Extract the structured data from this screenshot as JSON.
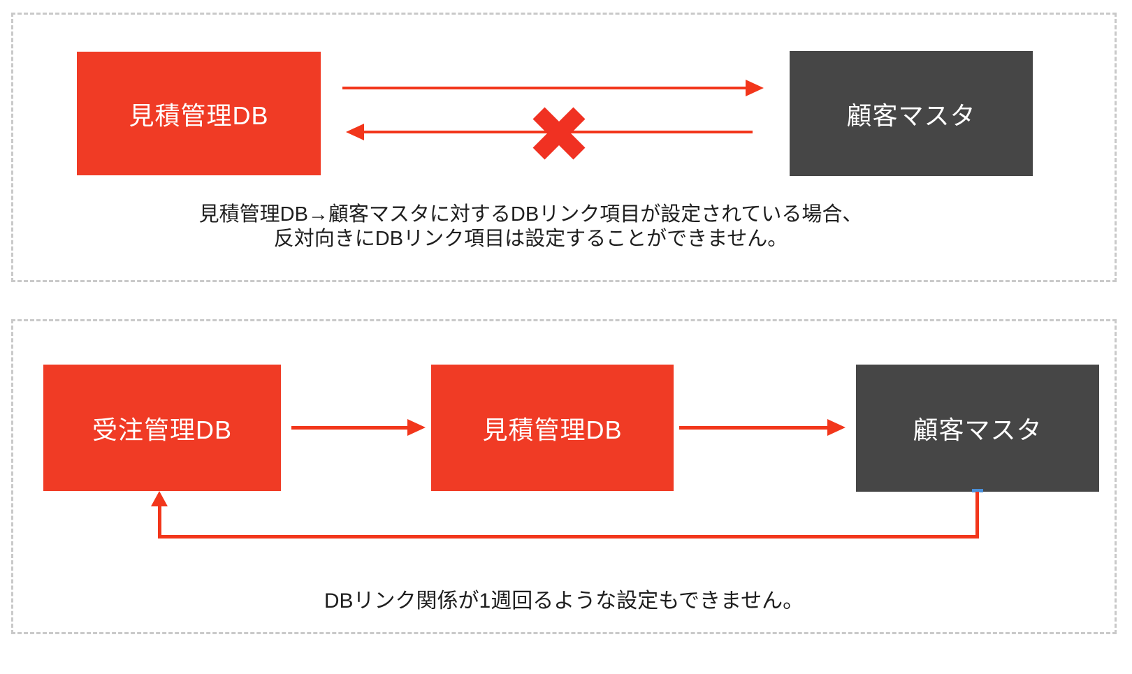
{
  "colors": {
    "box_red": "#f03b25",
    "arrow_red": "#f2361b",
    "x_mark_red": "#f03122",
    "box_dark_gray": "#464646",
    "dashed_border_gray": "#c9c9c9",
    "caption_text": "#1e1e1e",
    "connector_anchor_blue": "#4a90d9"
  },
  "panel_top": {
    "source_box": {
      "label": "見積管理DB"
    },
    "target_box": {
      "label": "顧客マスタ"
    },
    "blocked_icon": "x-mark-icon",
    "caption_line1": "見積管理DB→顧客マスタに対するDBリンク項目が設定されている場合、",
    "caption_line2": "反対向きにDBリンク項目は設定することができません。"
  },
  "panel_bottom": {
    "box1": {
      "label": "受注管理DB"
    },
    "box2": {
      "label": "見積管理DB"
    },
    "box3": {
      "label": "顧客マスタ"
    },
    "caption": "DBリンク関係が1週回るような設定もできません。"
  }
}
